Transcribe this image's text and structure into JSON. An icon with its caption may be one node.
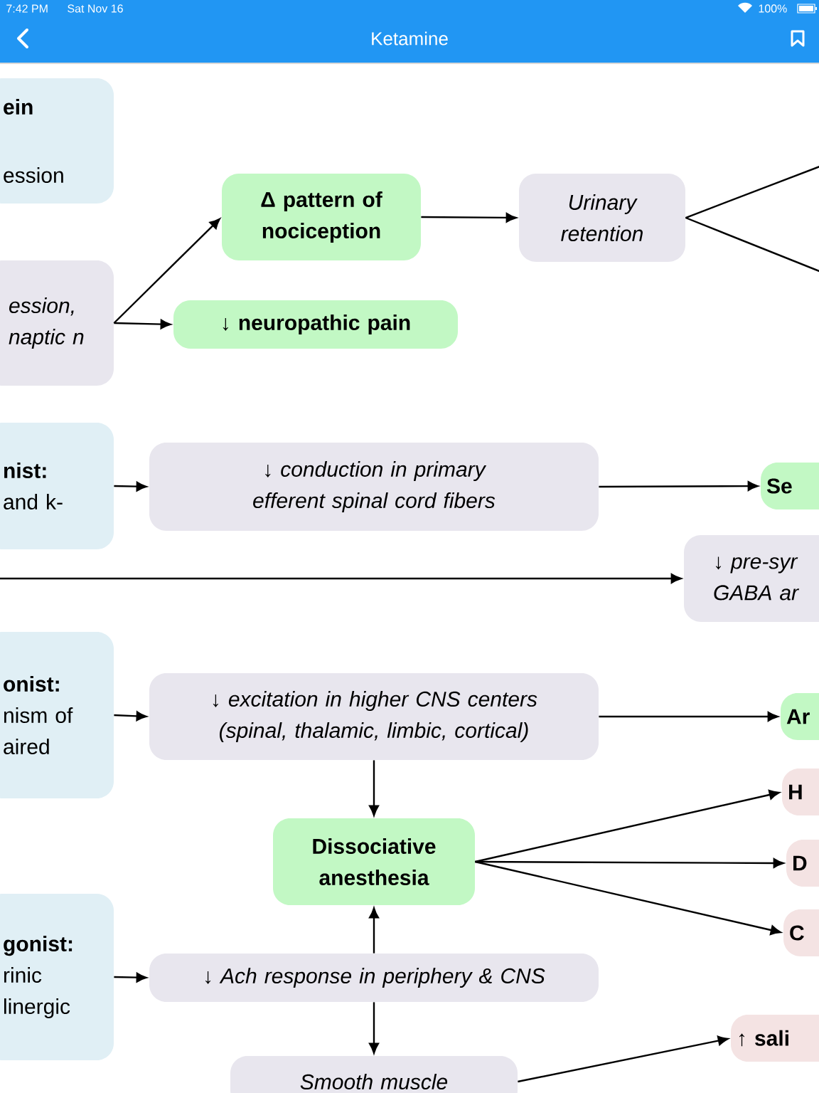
{
  "diagram": {
    "title": "Ketamine",
    "nodes": [
      {
        "text": [
          "ein",
          "ession"
        ]
      },
      {
        "text": [
          "ession, naptic n"
        ]
      },
      {
        "text": [
          "Δ pattern of nociception"
        ]
      },
      {
        "text": [
          "↓ neuropathic pain"
        ]
      },
      {
        "text": [
          "Urinary retention"
        ]
      },
      {
        "text": [
          "nist:",
          "and k-"
        ]
      },
      {
        "text": [
          "↓ conduction in primary efferent spinal cord fibers"
        ]
      },
      {
        "text": [
          "Se"
        ]
      },
      {
        "text": [
          "↓ pre-syr GABA ar"
        ]
      },
      {
        "text": [
          "onist:",
          "nism of aired"
        ]
      },
      {
        "text": [
          "↓ excitation in higher CNS centers (spinal, thalamic, limbic, cortical)"
        ]
      },
      {
        "text": [
          "Ar"
        ]
      },
      {
        "text": [
          "Dissociative anesthesia"
        ]
      },
      {
        "text": [
          "H"
        ]
      },
      {
        "text": [
          "D"
        ]
      },
      {
        "text": [
          "C"
        ]
      },
      {
        "text": [
          "gonist:",
          "rinic linergic"
        ]
      },
      {
        "text": [
          "↓ Ach response in periphery & CNS"
        ]
      },
      {
        "text": [
          "Smooth muscle"
        ]
      },
      {
        "text": [
          "↑ sali"
        ]
      }
    ],
    "edges": [
      {
        "from": 1,
        "to": 2,
        "arrow": "to"
      },
      {
        "from": 1,
        "to": 3,
        "arrow": "to"
      },
      {
        "from": 2,
        "to": 4,
        "arrow": "to"
      },
      {
        "from": 4,
        "to": null,
        "arrow": "none"
      },
      {
        "from": 4,
        "to": null,
        "arrow": "none"
      },
      {
        "from": 5,
        "to": 6,
        "arrow": "to"
      },
      {
        "from": 6,
        "to": 7,
        "arrow": "to"
      },
      {
        "from": null,
        "to": 8,
        "arrow": "to"
      },
      {
        "from": 9,
        "to": 10,
        "arrow": "to"
      },
      {
        "from": 10,
        "to": 11,
        "arrow": "to"
      },
      {
        "from": 10,
        "to": 12,
        "arrow": "to"
      },
      {
        "from": 12,
        "to": 13,
        "arrow": "to"
      },
      {
        "from": 12,
        "to": 14,
        "arrow": "to"
      },
      {
        "from": 12,
        "to": 15,
        "arrow": "to"
      },
      {
        "from": 16,
        "to": 17,
        "arrow": "to"
      },
      {
        "from": 17,
        "to": 12,
        "arrow": "to"
      },
      {
        "from": 17,
        "to": 18,
        "arrow": "to"
      },
      {
        "from": 18,
        "to": 19,
        "arrow": "to"
      }
    ],
    "labels": [
      "7:42 PM",
      "Sat Nov 16",
      "100%"
    ]
  }
}
